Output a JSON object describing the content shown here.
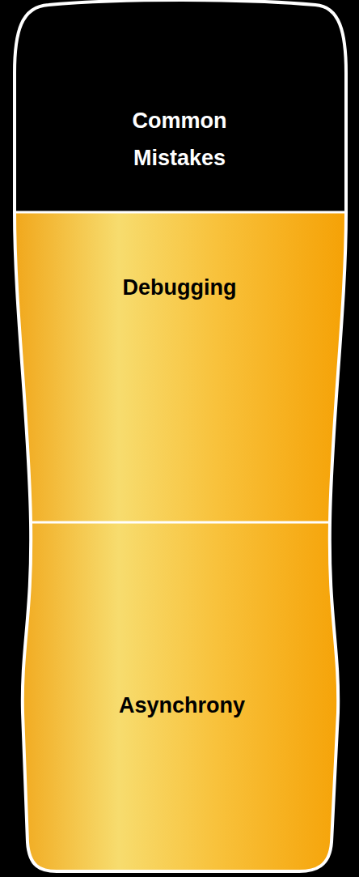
{
  "diagram": {
    "nodes": [
      {
        "text": [
          "Common Mistakes"
        ]
      },
      {
        "text": [
          "Debugging"
        ]
      },
      {
        "text": [
          "Asynchrony"
        ]
      }
    ]
  }
}
